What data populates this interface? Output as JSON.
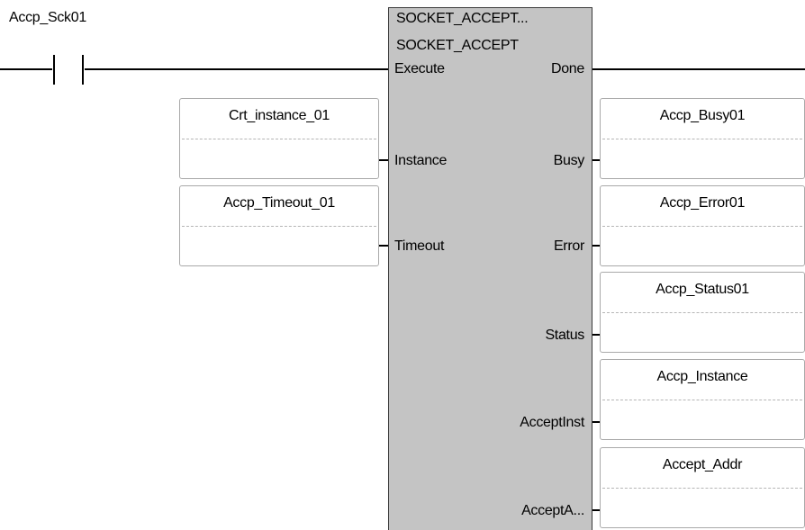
{
  "contact": {
    "tag": "Accp_Sck01"
  },
  "block": {
    "title_truncated": "SOCKET_ACCEPT...",
    "type": "SOCKET_ACCEPT",
    "inputs": [
      "Execute",
      "Instance",
      "Timeout"
    ],
    "outputs": [
      "Done",
      "Busy",
      "Error",
      "Status",
      "AcceptInst",
      "AcceptA..."
    ]
  },
  "input_tags": [
    "Crt_instance_01",
    "Accp_Timeout_01"
  ],
  "output_tags": [
    "Accp_Busy01",
    "Accp_Error01",
    "Accp_Status01",
    "Accp_Instance",
    "Accept_Addr"
  ],
  "colors": {
    "block_fill": "#c4c4c4",
    "wire": "#000000",
    "tag_border": "#a9a9a9"
  }
}
